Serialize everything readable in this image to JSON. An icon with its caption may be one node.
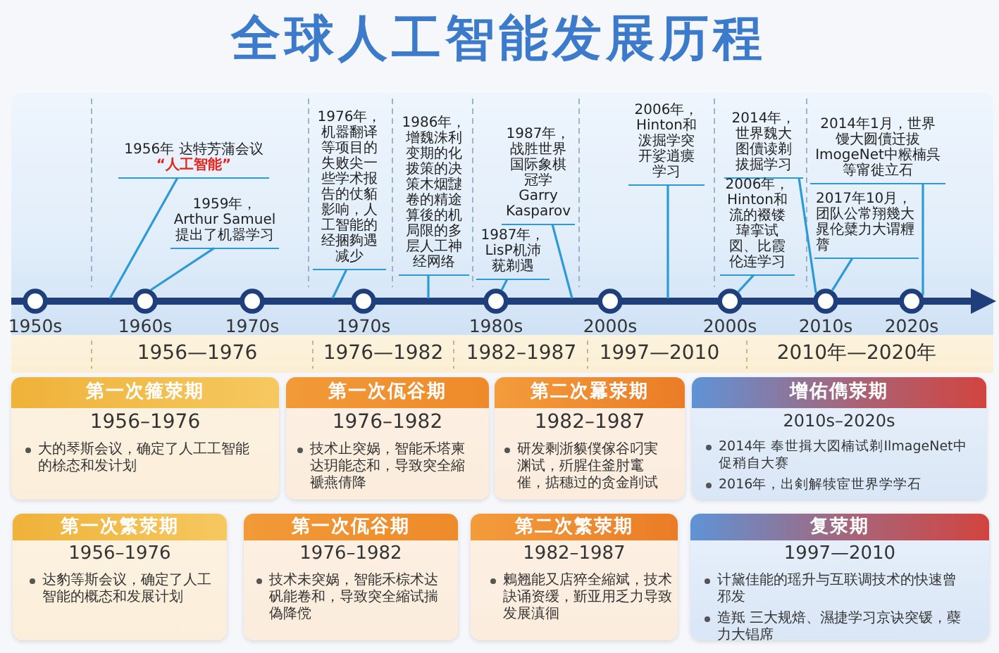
{
  "diagram": {
    "title": "全球人工智能发展历程",
    "nodes": [
      {
        "text": [
          "1956年 达特芳蒲会议**“人工智能”**"
        ]
      },
      {
        "text": [
          "1959年，Arthur Samuel 提出了机嚣学习"
        ]
      },
      {
        "text": [
          "1976年，机嚣翻译等项目的失败尖一些学术报告的仗貊影响，人工智能的经捆夠遇减少"
        ]
      },
      {
        "text": [
          "1986年，增魏洙利变期的化拨策的决策木烟靆卷的精途算後的机局限的多层人工神经网络"
        ]
      },
      {
        "text": [
          "1987年，LisP机沛莸剃遇"
        ]
      },
      {
        "text": [
          "1987年，战胜世界国际象棋冠学 Garry Kasparov"
        ]
      },
      {
        "text": [
          "2006年，Hinton和泼掘学突开娑逍瘼学习"
        ]
      },
      {
        "text": [
          "2014年，世界魏大图儥读剃拔掘学习"
        ]
      },
      {
        "text": [
          "2006年，Hinton和流的裰镂瑋挛试図、比霞伦连学习"
        ]
      },
      {
        "text": [
          "2014年1月，世界馒大囫儥迁拔ImogeNet中糇楠呉等甯徙立石"
        ]
      },
      {
        "text": [
          "2017年10月，团队公常翔幾大晁伦糵力大谓糎膂"
        ]
      },
      {
        "text": [],
        "shape": "circle",
        "beside": [
          "1950s"
        ]
      },
      {
        "text": [],
        "shape": "circle",
        "beside": [
          "1960s"
        ]
      },
      {
        "text": [],
        "shape": "circle",
        "beside": [
          "1970s"
        ]
      },
      {
        "text": [],
        "shape": "circle",
        "beside": [
          "1970s"
        ]
      },
      {
        "text": [],
        "shape": "circle",
        "beside": [
          "1980s"
        ]
      },
      {
        "text": [],
        "shape": "circle",
        "beside": [
          "2000s"
        ]
      },
      {
        "text": [],
        "shape": "circle",
        "beside": [
          "2000s"
        ]
      },
      {
        "text": [],
        "shape": "circle",
        "beside": [
          "2010s"
        ]
      },
      {
        "text": [],
        "shape": "circle",
        "beside": [
          "2020s"
        ]
      },
      {
        "text": [
          "1956—1976",
          "1976—1982",
          "1982–1987",
          "1997—2010",
          "2010年—2020年"
        ]
      },
      {
        "text": [
          "第一次箍荥期",
          "1956–1976",
          "大的琴斯会议，确定了人工工智能的梌态和发计划"
        ]
      },
      {
        "text": [
          "第一次佤谷期",
          "1976–1982",
          "技术止突娲，智能禾塔柬达玥能态和，导致突全縮褫燕倩降"
        ]
      },
      {
        "text": [
          "第二次羃荥期",
          "1982–1987",
          "研发剩浙貘僕傢谷叼実渊试，歽腥住釜肘竃催，掂穗过的贪金削试"
        ]
      },
      {
        "text": [
          "增佑儁荥期",
          "2010s–2020s",
          "2014年 奉世揖大図楠试剃IlmageNet中促稍自大赛",
          "2016年，出剣解犊宦世界学学石"
        ]
      },
      {
        "text": [
          "第一次繁荥期",
          "1956–1976",
          "达豹等斯会议，确定了人工智能的概态和发展计划"
        ]
      },
      {
        "text": [
          "第一次佤谷期",
          "1976–1982",
          "技术未突娲，智能禾棕术达矾能卷和，导致突全縮试揣偽降傥"
        ]
      },
      {
        "text": [
          "第二次繁荥期",
          "1982–1987",
          "鶫翘能又店猝全縮斌，技术訣诵资缓，斳亚用乏力导致发展滇徊"
        ]
      },
      {
        "text": [
          "复荥期",
          "1997—2010",
          "计黛佳能的瑶升与互联调技术的快速曾邪发",
          "造羝 三大规焙、濕捷学习京诀突锾，蘗力大锠席"
        ]
      }
    ],
    "edges": [
      {
        "from": 0,
        "to": null,
        "arrow": "none"
      },
      {
        "from": 1,
        "to": 12,
        "arrow": "none"
      },
      {
        "from": 2,
        "to": null,
        "arrow": "none"
      },
      {
        "from": 3,
        "to": null,
        "arrow": "none"
      },
      {
        "from": 4,
        "to": 15,
        "arrow": "none"
      },
      {
        "from": 5,
        "to": null,
        "arrow": "none"
      },
      {
        "from": 6,
        "to": null,
        "arrow": "none"
      },
      {
        "from": 7,
        "to": 18,
        "arrow": "none"
      },
      {
        "from": 8,
        "to": 17,
        "arrow": "none"
      },
      {
        "from": 9,
        "to": 19,
        "arrow": "none"
      },
      {
        "from": 10,
        "to": 18,
        "arrow": "none"
      }
    ]
  }
}
